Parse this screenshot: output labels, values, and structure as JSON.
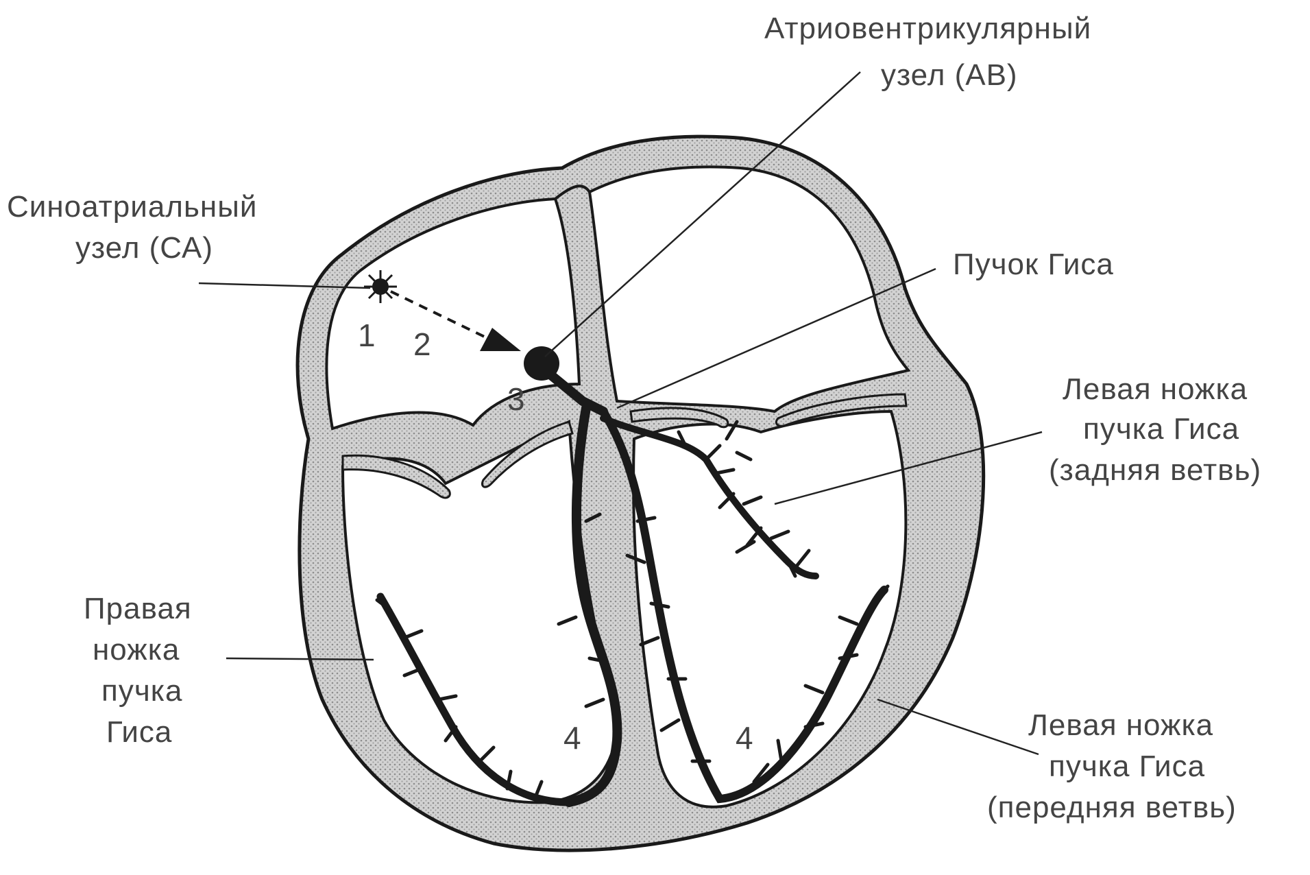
{
  "labels": {
    "sa_node": [
      "Синоатриальный",
      "узел (СА)"
    ],
    "av_node": [
      "Атриовентрикулярный",
      "узел (АВ)"
    ],
    "his_bundle": [
      "Пучок Гиса"
    ],
    "left_posterior": [
      "Левая ножка",
      "пучка Гиса",
      "(задняя ветвь)"
    ],
    "right_bundle": [
      "Правая",
      "ножка",
      "пучка",
      "Гиса"
    ],
    "left_anterior": [
      "Левая ножка",
      "пучка Гиса",
      "(передняя ветвь)"
    ]
  },
  "numbers": {
    "n1": "1",
    "n2": "2",
    "n3": "3",
    "n4_right": "4",
    "n4_left": "4"
  },
  "colors": {
    "ink": "#1a1a1a",
    "myocardium": "#c4c4c4",
    "label_text": "#444444"
  }
}
